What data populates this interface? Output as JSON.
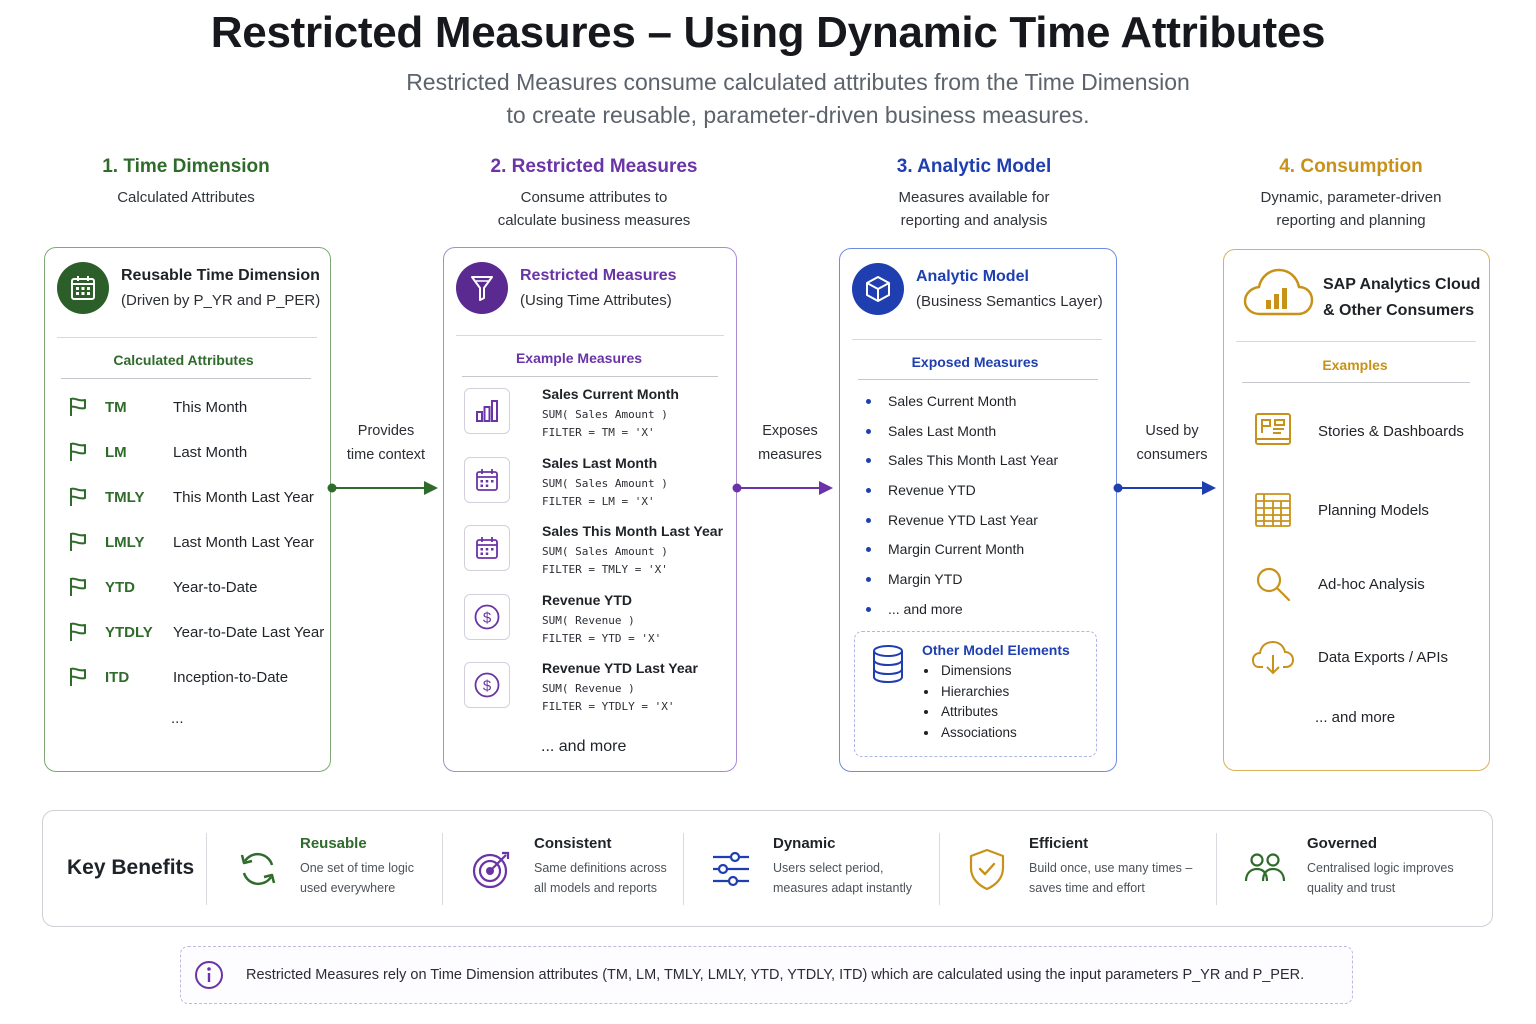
{
  "title": "Restricted Measures – Using Dynamic Time Attributes",
  "subtitle_line1": "Restricted Measures consume calculated attributes from the Time Dimension",
  "subtitle_line2": "to create reusable, parameter-driven business measures.",
  "colors": {
    "green": "#2f6b2a",
    "purple": "#6a34a8",
    "blue": "#1f3fb0",
    "gold": "#c8921a"
  },
  "columns": [
    {
      "heading": "1. Time Dimension",
      "desc1": "Calculated Attributes",
      "desc2": ""
    },
    {
      "heading": "2. Restricted Measures",
      "desc1": "Consume attributes to",
      "desc2": "calculate business measures"
    },
    {
      "heading": "3. Analytic Model",
      "desc1": "Measures available for",
      "desc2": "reporting and analysis"
    },
    {
      "heading": "4. Consumption",
      "desc1": "Dynamic, parameter-driven",
      "desc2": "reporting and planning"
    }
  ],
  "time_card": {
    "icon": "calendar-icon",
    "title": "Reusable Time Dimension",
    "subtitle": "(Driven by P_YR and P_PER)",
    "section": "Calculated Attributes",
    "attributes": [
      {
        "code": "TM",
        "label": "This Month"
      },
      {
        "code": "LM",
        "label": "Last Month"
      },
      {
        "code": "TMLY",
        "label": "This Month Last Year"
      },
      {
        "code": "LMLY",
        "label": "Last Month Last Year"
      },
      {
        "code": "YTD",
        "label": "Year-to-Date"
      },
      {
        "code": "YTDLY",
        "label": "Year-to-Date Last Year"
      },
      {
        "code": "ITD",
        "label": "Inception-to-Date"
      }
    ],
    "more": "..."
  },
  "measures_card": {
    "icon": "funnel-icon",
    "title": "Restricted Measures",
    "subtitle": "(Using Time Attributes)",
    "section": "Example Measures",
    "measures": [
      {
        "icon": "bar-chart-icon",
        "name": "Sales Current Month",
        "expr": "SUM( Sales Amount )",
        "filter": "FILTER  =  TM  =  'X'"
      },
      {
        "icon": "calendar-icon",
        "name": "Sales Last Month",
        "expr": "SUM( Sales Amount )",
        "filter": "FILTER  =  LM  =  'X'"
      },
      {
        "icon": "calendar-icon",
        "name": "Sales This Month Last Year",
        "expr": "SUM( Sales Amount )",
        "filter": "FILTER  =  TMLY  =  'X'"
      },
      {
        "icon": "dollar-icon",
        "name": "Revenue YTD",
        "expr": "SUM( Revenue )",
        "filter": "FILTER  =  YTD  =  'X'"
      },
      {
        "icon": "dollar-icon",
        "name": "Revenue YTD Last Year",
        "expr": "SUM( Revenue )",
        "filter": "FILTER  =  YTDLY  =  'X'"
      }
    ],
    "more": "... and more"
  },
  "model_card": {
    "icon": "cube-icon",
    "title": "Analytic Model",
    "subtitle": "(Business Semantics Layer)",
    "section": "Exposed Measures",
    "measures": [
      "Sales Current Month",
      "Sales Last Month",
      "Sales This Month Last Year",
      "Revenue YTD",
      "Revenue YTD Last Year",
      "Margin Current Month",
      "Margin YTD",
      "... and more"
    ],
    "other_title": "Other Model Elements",
    "other_items": [
      "Dimensions",
      "Hierarchies",
      "Attributes",
      "Associations"
    ]
  },
  "consumption_card": {
    "icon": "cloud-chart-icon",
    "title_line1": "SAP Analytics Cloud",
    "title_line2": "& Other Consumers",
    "section": "Examples",
    "items": [
      {
        "icon": "dashboard-icon",
        "label": "Stories & Dashboards"
      },
      {
        "icon": "grid-icon",
        "label": "Planning Models"
      },
      {
        "icon": "magnifier-icon",
        "label": "Ad-hoc Analysis"
      },
      {
        "icon": "cloud-download-icon",
        "label": "Data Exports / APIs"
      }
    ],
    "more": "... and more"
  },
  "arrows": [
    {
      "line1": "Provides",
      "line2": "time context"
    },
    {
      "line1": "Exposes",
      "line2": "measures"
    },
    {
      "line1": "Used by",
      "line2": "consumers"
    }
  ],
  "benefits": {
    "title": "Key Benefits",
    "items": [
      {
        "icon": "refresh-icon",
        "title": "Reusable",
        "line1": "One set of time logic",
        "line2": "used everywhere"
      },
      {
        "icon": "target-icon",
        "title": "Consistent",
        "line1": "Same definitions across",
        "line2": "all models and reports"
      },
      {
        "icon": "sliders-icon",
        "title": "Dynamic",
        "line1": "Users select period,",
        "line2": "measures adapt instantly"
      },
      {
        "icon": "shield-check-icon",
        "title": "Efficient",
        "line1": "Build once, use many times –",
        "line2": "saves time and effort"
      },
      {
        "icon": "users-icon",
        "title": "Governed",
        "line1": "Centralised logic improves",
        "line2": "quality and trust"
      }
    ]
  },
  "note": "Restricted Measures rely on Time Dimension attributes (TM, LM, TMLY, LMLY, YTD, YTDLY, ITD) which are calculated using the input parameters P_YR and P_PER."
}
